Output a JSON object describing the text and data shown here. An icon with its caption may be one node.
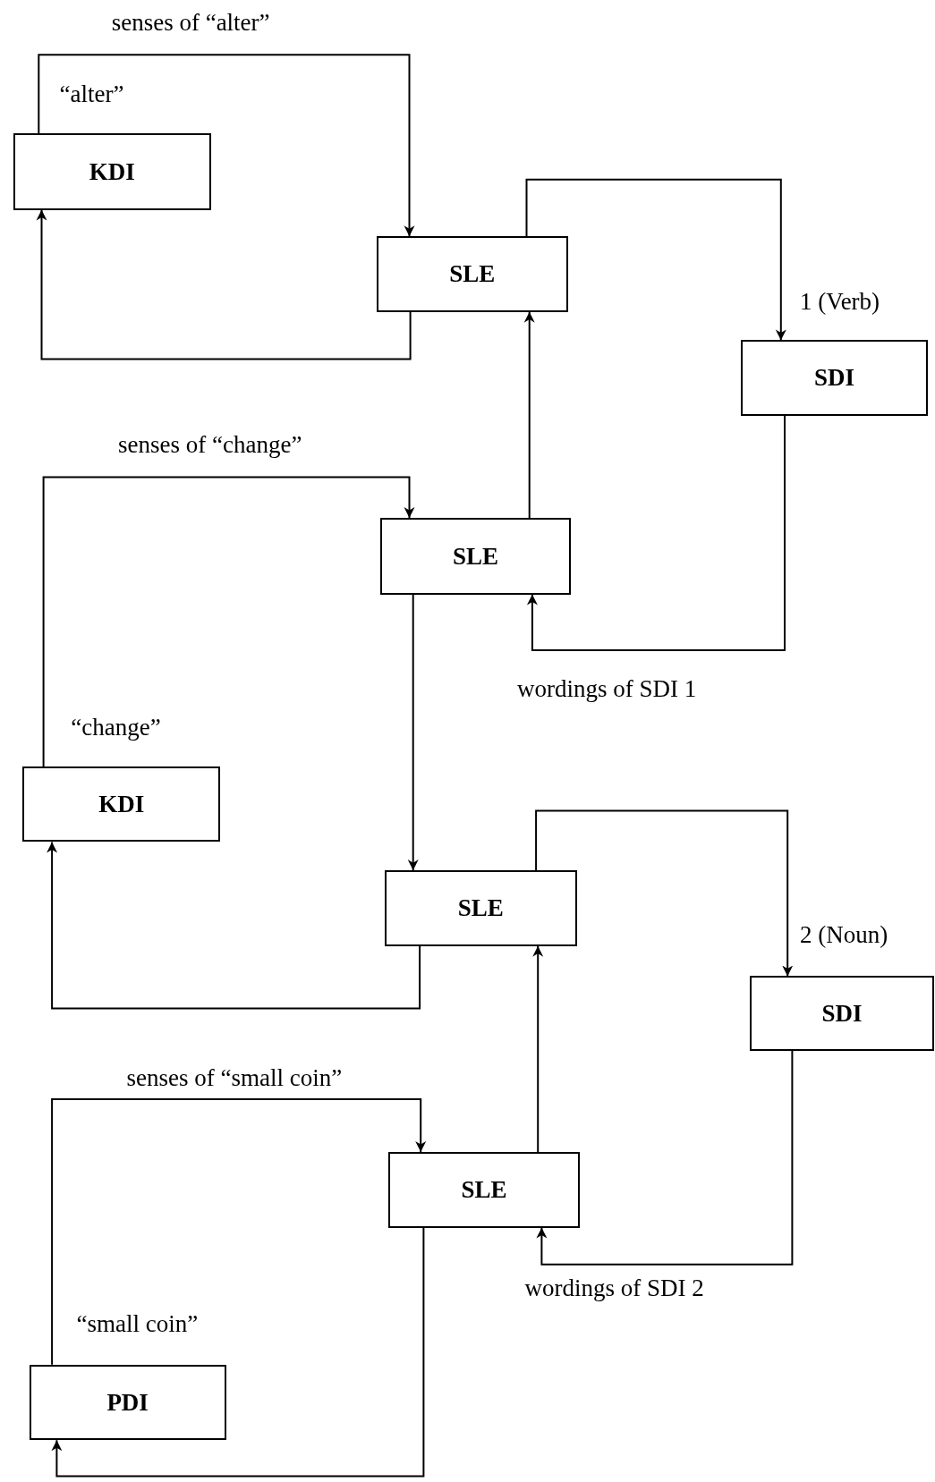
{
  "diagram": {
    "nodes": [
      {
        "text": [
          "KDI"
        ]
      },
      {
        "text": [
          "SLE"
        ]
      },
      {
        "text": [
          "SDI"
        ]
      },
      {
        "text": [
          "SLE"
        ]
      },
      {
        "text": [
          "KDI"
        ]
      },
      {
        "text": [
          "SLE"
        ]
      },
      {
        "text": [
          "SDI"
        ]
      },
      {
        "text": [
          "SLE"
        ]
      },
      {
        "text": [
          "PDI"
        ]
      }
    ],
    "edges": [
      {
        "from": 0,
        "to": 1,
        "arrow": "to",
        "label": "senses of “alter”"
      },
      {
        "from": 1,
        "to": 0,
        "arrow": "to"
      },
      {
        "from": 1,
        "to": 2,
        "arrow": "to",
        "label": "1 (Verb)"
      },
      {
        "from": 2,
        "to": 3,
        "arrow": "to",
        "label": "wordings of SDI 1"
      },
      {
        "from": 3,
        "to": 1,
        "arrow": "to"
      },
      {
        "from": 4,
        "to": 3,
        "arrow": "to",
        "label": "senses of “change”"
      },
      {
        "from": 3,
        "to": 5,
        "arrow": "to"
      },
      {
        "from": 5,
        "to": 4,
        "arrow": "to"
      },
      {
        "from": 5,
        "to": 6,
        "arrow": "to",
        "label": "2 (Noun)"
      },
      {
        "from": 6,
        "to": 7,
        "arrow": "to",
        "label": "wordings of SDI 2"
      },
      {
        "from": 7,
        "to": 5,
        "arrow": "to"
      },
      {
        "from": 8,
        "to": 7,
        "arrow": "to",
        "label": "senses of “small coin”"
      },
      {
        "from": 7,
        "to": 8,
        "arrow": "to"
      }
    ],
    "labels": [
      "“alter”",
      "“change”",
      "“small coin”"
    ]
  }
}
